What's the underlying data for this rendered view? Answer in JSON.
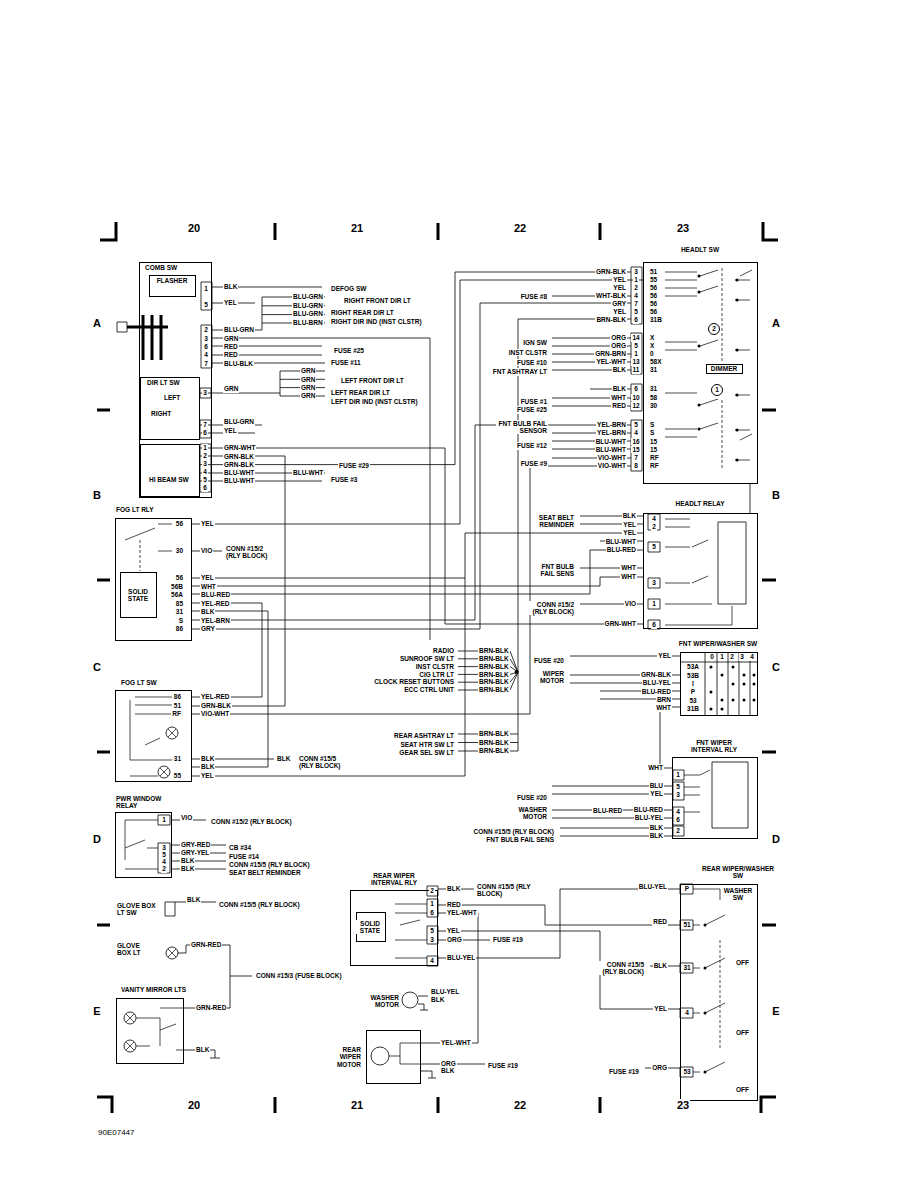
{
  "diagram": {
    "nodes": [
      {
        "text": [
          "COMB SW"
        ]
      },
      {
        "text": [
          "FLASHER"
        ],
        "in": 0
      },
      {
        "text": [
          "DIR LT SW"
        ],
        "in": 0
      },
      {
        "text": [
          "HI BEAM SW"
        ],
        "in": 0
      },
      {
        "text": [
          "HEADLT SW"
        ]
      },
      {
        "text": [
          "2"
        ],
        "in": 4
      },
      {
        "text": [
          "1"
        ],
        "in": 4
      },
      {
        "text": [
          "DIMMER"
        ],
        "in": 4
      },
      {
        "text": [
          "HEADLT RELAY"
        ]
      },
      {
        "text": [
          "FOG LT RLY"
        ]
      },
      {
        "text": [
          "SOLID STATE"
        ],
        "in": 9
      },
      {
        "text": [
          "FOG LT SW"
        ]
      },
      {
        "text": [
          "PWR WINDOW RELAY"
        ]
      },
      {
        "text": [
          "VANITY MIRROR LTS"
        ]
      },
      {
        "text": [
          "FNT WIPER/WASHER SW"
        ]
      },
      {
        "text": [
          "FNT WIPER INTERVAL RLY"
        ]
      },
      {
        "text": [
          "REAR WIPER INTERVAL RLY"
        ]
      },
      {
        "text": [
          "SOLID STATE"
        ],
        "in": 16
      },
      {
        "text": [
          "REAR WIPER MOTOR"
        ]
      },
      {
        "text": [
          "REAR WIPER/WASHER SW",
          "WASHER SW"
        ]
      }
    ],
    "edges": [
      {
        "from": 9,
        "to": 4,
        "arrow": "none"
      },
      {
        "from": 11,
        "to": 9,
        "arrow": "none"
      },
      {
        "from": 3,
        "to": 8,
        "arrow": "none"
      },
      {
        "from": 4,
        "to": 8,
        "arrow": "none"
      },
      {
        "from": 14,
        "to": 15,
        "arrow": "none"
      },
      {
        "from": 16,
        "to": 19,
        "arrow": "none"
      },
      {
        "from": 16,
        "to": 18,
        "arrow": "none"
      },
      {
        "from": 16,
        "to": 19,
        "arrow": "none"
      }
    ],
    "labels": [
      "20",
      "21",
      "22",
      "23",
      "20",
      "21",
      "22",
      "23",
      "A",
      "B",
      "C",
      "D",
      "E",
      "A",
      "B",
      "C",
      "D",
      "E",
      "90E07447",
      "1",
      "5",
      "2",
      "3",
      "6",
      "4",
      "7",
      "3",
      "7",
      "6",
      "1",
      "2",
      "3",
      "4",
      "5",
      "6",
      "BLK",
      "YEL",
      "BLU-GRN",
      "GRN",
      "RED",
      "RED",
      "BLU-BLK",
      "BLU-GRN",
      "BLU-GRN",
      "BLU-GRN",
      "BLU-BRN",
      "DEFOG SW",
      "RIGHT FRONT DIR LT",
      "RIGHT REAR DIR LT",
      "RIGHT DIR IND (INST CLSTR)",
      "FUSE #25",
      "FUSE #11",
      "GRN",
      "GRN",
      "GRN",
      "GRN",
      "LEFT FRONT DIR LT",
      "LEFT REAR DIR LT",
      "LEFT DIR IND (INST CLSTR)",
      "GRN",
      "BLU-GRN",
      "YEL",
      "GRN-WHT",
      "GRN-BLK",
      "GRN-BLK",
      "BLU-WHT",
      "BLU-WHT",
      "BLU-WHT",
      "FUSE #29",
      "FUSE #3",
      "LEFT",
      "RIGHT",
      "3",
      "1",
      "2",
      "4",
      "7",
      "5",
      "6",
      "51",
      "55",
      "56",
      "56",
      "56",
      "56",
      "31B",
      "GRN-BLK",
      "YEL",
      "YEL",
      "WHT-BLK",
      "GRY",
      "YEL",
      "BRN-BLK",
      "FUSE #8",
      "14",
      "5",
      "1",
      "13",
      "11",
      "X",
      "X",
      "0",
      "58X",
      "31",
      "ORG",
      "ORG",
      "GRN-BRN",
      "YEL-WHT",
      "BLK",
      "IGN SW",
      "INST CLSTR",
      "FUSE #10",
      "FNT ASHTRAY LT",
      "6",
      "10",
      "12",
      "31",
      "58",
      "30",
      "BLK",
      "WHT",
      "RED",
      "FUSE #1",
      "FUSE #25",
      "5",
      "4",
      "16",
      "15",
      "7",
      "8",
      "S",
      "S",
      "15",
      "15",
      "RF",
      "RF",
      "YEL-BRN",
      "YEL-BRN",
      "BLU-WHT",
      "BLU-WHT",
      "VIO-WHT",
      "VIO-WHT",
      "FNT BULB FAIL SENSOR",
      "FUSE #12",
      "FUSE #9",
      "4",
      "2",
      "5",
      "3",
      "1",
      "6",
      "BLK",
      "YEL",
      "YEL",
      "BLU-WHT",
      "BLU-RED",
      "WHT",
      "WHT",
      "VIO",
      "GRN-WHT",
      "SEAT BELT REMINDER",
      "FNT BULB FAIL SENS",
      "CONN #15/2 (RLY BLOCK)",
      "56",
      "30",
      "56",
      "56B",
      "56A",
      "85",
      "31",
      "S",
      "86",
      "YEL",
      "VIO",
      "YEL",
      "WHT",
      "BLU-RED",
      "YEL-RED",
      "BLK",
      "YEL-BRN",
      "GRY",
      "CONN #15/2 (RLY BLOCK)",
      "86",
      "51",
      "RF",
      "31",
      "55",
      "YEL-RED",
      "GRN-BLK",
      "VIO-WHT",
      "BLK",
      "BLK",
      "YEL",
      "BLK",
      "CONN #15/5 (RLY BLOCK)",
      "1",
      "3",
      "5",
      "4",
      "2",
      "VIO",
      "GRY-RED",
      "GRY-YEL",
      "BLK",
      "BLK",
      "CONN #15/2 (RLY BLOCK)",
      "CB #34",
      "FUSE #14",
      "CONN #15/5 (RLY BLOCK)",
      "SEAT BELT REMINDER",
      "GLOVE BOX LT SW",
      "BLK",
      "CONN #15/5 (RLY BLOCK)",
      "GLOVE BOX LT",
      "GRN-RED",
      "CONN #15/3 (FUSE BLOCK)",
      "GRN-RED",
      "BLK",
      "2",
      "1",
      "6",
      "5",
      "3",
      "4",
      "BLK",
      "RED",
      "YEL-WHT",
      "YEL",
      "ORG",
      "BLU-YEL",
      "CONN #15/5 (RLY BLOCK)",
      "FUSE #19",
      "WASHER MOTOR",
      "BLU-YEL",
      "BLK",
      "YEL-WHT",
      "ORG",
      "BLK",
      "FUSE #19",
      "P",
      "51",
      "31",
      "4",
      "53",
      "BLU-YEL",
      "RED",
      "BLK",
      "YEL",
      "ORG",
      "CONN #15/5 (RLY BLOCK)",
      "FUSE #19",
      "OFF",
      "OFF",
      "OFF",
      "0",
      "1",
      "2",
      "3",
      "4",
      "53A",
      "53B",
      "I",
      "P",
      "53",
      "31B",
      "YEL",
      "GRN-BLK",
      "BLU-YEL",
      "BLU-RED",
      "BRN",
      "WHT",
      "FUSE #20",
      "WIPER MOTOR",
      "1",
      "5",
      "3",
      "4",
      "6",
      "2",
      "WHT",
      "BLU",
      "YEL",
      "BLU-RED",
      "BLU-YEL",
      "BLK",
      "BLK",
      "FUSE #20",
      "WASHER MOTOR",
      "BLU-RED",
      "CONN #15/5 (RLY BLOCK)",
      "FNT BULB FAIL SENS",
      "RADIO",
      "SUNROOF SW LT",
      "INST CLSTR",
      "CIG LTR LT",
      "CLOCK RESET BUTTONS",
      "ECC CTRL UNIT",
      "BRN-BLK",
      "BRN-BLK",
      "BRN-BLK",
      "BRN-BLK",
      "BRN-BLK",
      "BRN-BLK",
      "REAR ASHTRAY LT",
      "SEAT HTR SW LT",
      "GEAR SEL SW LT",
      "BRN-BLK",
      "BRN-BLK",
      "BRN-BLK"
    ]
  }
}
